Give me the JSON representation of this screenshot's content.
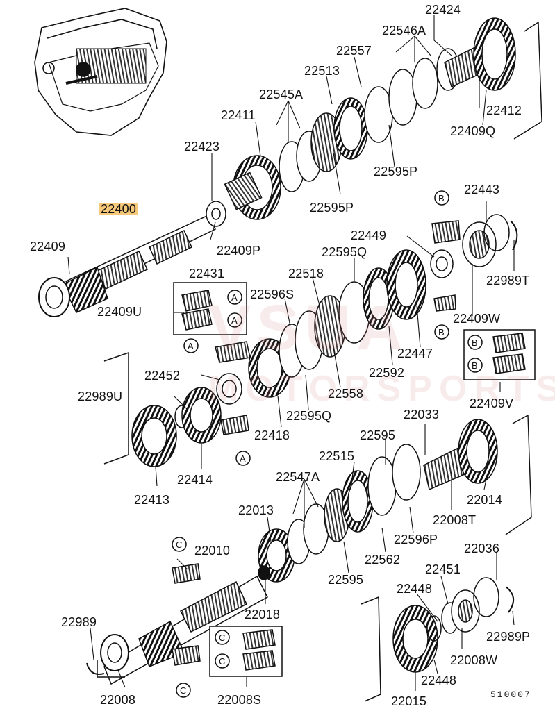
{
  "highlight_color": "#f6c97a",
  "watermark": {
    "line1": "VSUA",
    "line2": "MOTORSPORTS"
  },
  "figure_number": "510007",
  "callouts": {
    "a": "A",
    "b": "B",
    "c": "C"
  },
  "labels": {
    "p22424": "22424",
    "p22546A": "22546A",
    "p22557": "22557",
    "p22513": "22513",
    "p22545A": "22545A",
    "p22411": "22411",
    "p22412": "22412",
    "p22409Q": "22409Q",
    "p22423": "22423",
    "p22595P_a": "22595P",
    "p22595P_b": "22595P",
    "p22400": "22400",
    "p22409P": "22409P",
    "p22409": "22409",
    "p22431": "22431",
    "p22409U": "22409U",
    "p22443": "22443",
    "p22449": "22449",
    "p22989T": "22989T",
    "p22595Q_a": "22595Q",
    "p22518": "22518",
    "p22596S": "22596S",
    "p22409W": "22409W",
    "p22447": "22447",
    "p22592": "22592",
    "p22452": "22452",
    "p22558": "22558",
    "p22409V": "22409V",
    "p22989U": "22989U",
    "p22595Q_b": "22595Q",
    "p22418": "22418",
    "p22033": "22033",
    "p22595_a": "22595",
    "p22414": "22414",
    "p22413": "22413",
    "p22515": "22515",
    "p22014": "22014",
    "p22547A": "22547A",
    "p22008T": "22008T",
    "p22013": "22013",
    "p22596P": "22596P",
    "p22010": "22010",
    "p22562": "22562",
    "p22036": "22036",
    "p22595_b": "22595",
    "p22451": "22451",
    "p22448_a": "22448",
    "p22018": "22018",
    "p22989": "22989",
    "p22989P": "22989P",
    "p22008W": "22008W",
    "p22448_b": "22448",
    "p22008": "22008",
    "p22008S": "22008S",
    "p22015": "22015"
  }
}
